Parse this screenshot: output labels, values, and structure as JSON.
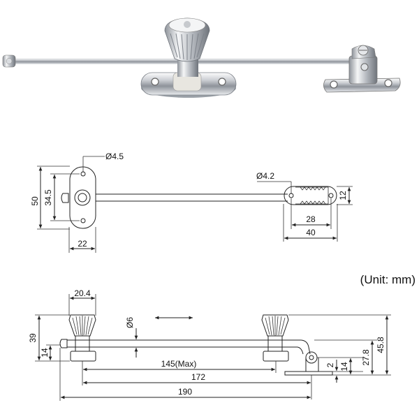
{
  "unit_note": "(Unit: mm)",
  "top_view": {
    "hole_left": "Ø4.5",
    "hole_right": "Ø4.2",
    "height_total": "50",
    "height_inner": "34.5",
    "width_left": "22",
    "hole_spacing_right": "28",
    "width_right": "40",
    "height_right": "12"
  },
  "side_view": {
    "knob_width": "20.4",
    "rod_diameter": "Ø6",
    "height_knob": "39",
    "height_base_left": "14",
    "stroke": "145(Max)",
    "length_mid": "172",
    "length_total": "190",
    "dim_2": "2",
    "dim_14": "14",
    "dim_27_8": "27.8",
    "dim_45_8": "45.8"
  }
}
